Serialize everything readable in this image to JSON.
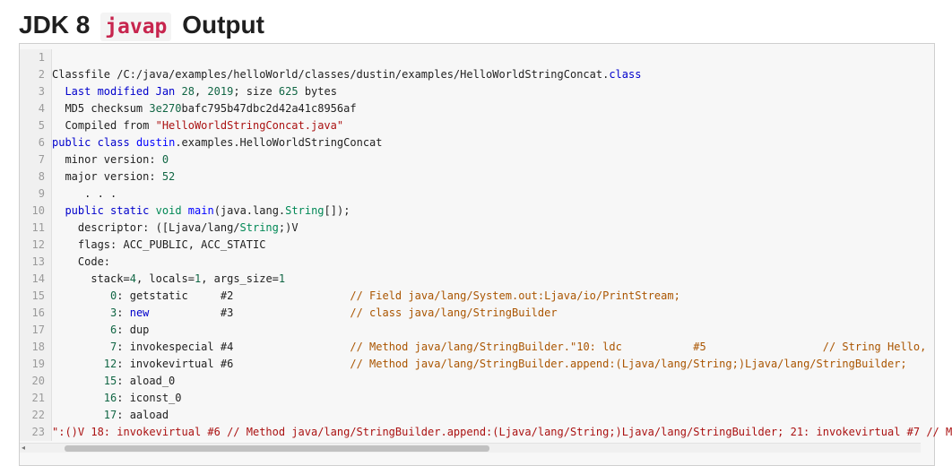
{
  "page": {
    "title_prefix": "JDK 8",
    "title_code": "javap",
    "title_suffix": "Output"
  },
  "code": {
    "lines": [
      {
        "n": "1",
        "tokens": [
          {
            "t": "",
            "c": ""
          }
        ]
      },
      {
        "n": "2",
        "tokens": [
          {
            "t": "Classfile /C:/java/examples/helloWorld/classes/dustin/examples/HelloWorldStringConcat.",
            "c": ""
          },
          {
            "t": "class",
            "c": "kw"
          }
        ]
      },
      {
        "n": "3",
        "tokens": [
          {
            "t": "  ",
            "c": ""
          },
          {
            "t": "Last modified Jan",
            "c": "kw"
          },
          {
            "t": " ",
            "c": ""
          },
          {
            "t": "28",
            "c": "num"
          },
          {
            "t": ", ",
            "c": ""
          },
          {
            "t": "2019",
            "c": "num"
          },
          {
            "t": "; size ",
            "c": ""
          },
          {
            "t": "625",
            "c": "num"
          },
          {
            "t": " bytes",
            "c": ""
          }
        ]
      },
      {
        "n": "4",
        "tokens": [
          {
            "t": "  MD5 checksum ",
            "c": ""
          },
          {
            "t": "3e270",
            "c": "num"
          },
          {
            "t": "bafc795b47dbc2d42a41c8956af",
            "c": ""
          }
        ]
      },
      {
        "n": "5",
        "tokens": [
          {
            "t": "  Compiled from ",
            "c": ""
          },
          {
            "t": "\"HelloWorldStringConcat.java\"",
            "c": "str"
          }
        ]
      },
      {
        "n": "6",
        "tokens": [
          {
            "t": "public",
            "c": "kw"
          },
          {
            "t": " ",
            "c": ""
          },
          {
            "t": "class",
            "c": "kw"
          },
          {
            "t": " ",
            "c": ""
          },
          {
            "t": "dustin",
            "c": "def"
          },
          {
            "t": ".examples.HelloWorldStringConcat",
            "c": ""
          }
        ]
      },
      {
        "n": "7",
        "tokens": [
          {
            "t": "  minor version: ",
            "c": ""
          },
          {
            "t": "0",
            "c": "num"
          }
        ]
      },
      {
        "n": "8",
        "tokens": [
          {
            "t": "  major version: ",
            "c": ""
          },
          {
            "t": "52",
            "c": "num"
          }
        ]
      },
      {
        "n": "9",
        "tokens": [
          {
            "t": "     . . .",
            "c": ""
          }
        ]
      },
      {
        "n": "10",
        "tokens": [
          {
            "t": "  ",
            "c": ""
          },
          {
            "t": "public",
            "c": "kw"
          },
          {
            "t": " ",
            "c": ""
          },
          {
            "t": "static",
            "c": "kw"
          },
          {
            "t": " ",
            "c": ""
          },
          {
            "t": "void",
            "c": "type"
          },
          {
            "t": " ",
            "c": ""
          },
          {
            "t": "main",
            "c": "def"
          },
          {
            "t": "(java.lang.",
            "c": ""
          },
          {
            "t": "String",
            "c": "type"
          },
          {
            "t": "[]);",
            "c": ""
          }
        ]
      },
      {
        "n": "11",
        "tokens": [
          {
            "t": "    descriptor: ([Ljava/lang/",
            "c": ""
          },
          {
            "t": "String",
            "c": "type"
          },
          {
            "t": ";)V",
            "c": ""
          }
        ]
      },
      {
        "n": "12",
        "tokens": [
          {
            "t": "    flags: ACC_PUBLIC, ACC_STATIC",
            "c": ""
          }
        ]
      },
      {
        "n": "13",
        "tokens": [
          {
            "t": "    Code:",
            "c": ""
          }
        ]
      },
      {
        "n": "14",
        "tokens": [
          {
            "t": "      stack=",
            "c": ""
          },
          {
            "t": "4",
            "c": "num"
          },
          {
            "t": ", locals=",
            "c": ""
          },
          {
            "t": "1",
            "c": "num"
          },
          {
            "t": ", args_size=",
            "c": ""
          },
          {
            "t": "1",
            "c": "num"
          }
        ]
      },
      {
        "n": "15",
        "tokens": [
          {
            "t": "         ",
            "c": ""
          },
          {
            "t": "0",
            "c": "num"
          },
          {
            "t": ": getstatic     #2                  ",
            "c": ""
          },
          {
            "t": "// Field java/lang/System.out:Ljava/io/PrintStream;",
            "c": "cm"
          }
        ]
      },
      {
        "n": "16",
        "tokens": [
          {
            "t": "         ",
            "c": ""
          },
          {
            "t": "3",
            "c": "num"
          },
          {
            "t": ": ",
            "c": ""
          },
          {
            "t": "new",
            "c": "kw"
          },
          {
            "t": "           #3                  ",
            "c": ""
          },
          {
            "t": "// class java/lang/StringBuilder",
            "c": "cm"
          }
        ]
      },
      {
        "n": "17",
        "tokens": [
          {
            "t": "         ",
            "c": ""
          },
          {
            "t": "6",
            "c": "num"
          },
          {
            "t": ": dup",
            "c": ""
          }
        ]
      },
      {
        "n": "18",
        "tokens": [
          {
            "t": "         ",
            "c": ""
          },
          {
            "t": "7",
            "c": "num"
          },
          {
            "t": ": invokespecial #4                  ",
            "c": ""
          },
          {
            "t": "// Method java/lang/StringBuilder.\"10: ldc           #5                  // String Hello,",
            "c": "cm"
          }
        ]
      },
      {
        "n": "19",
        "tokens": [
          {
            "t": "        ",
            "c": ""
          },
          {
            "t": "12",
            "c": "num"
          },
          {
            "t": ": invokevirtual #6                  ",
            "c": ""
          },
          {
            "t": "// Method java/lang/StringBuilder.append:(Ljava/lang/String;)Ljava/lang/StringBuilder;",
            "c": "cm"
          }
        ]
      },
      {
        "n": "20",
        "tokens": [
          {
            "t": "        ",
            "c": ""
          },
          {
            "t": "15",
            "c": "num"
          },
          {
            "t": ": aload_0",
            "c": ""
          }
        ]
      },
      {
        "n": "21",
        "tokens": [
          {
            "t": "        ",
            "c": ""
          },
          {
            "t": "16",
            "c": "num"
          },
          {
            "t": ": iconst_0",
            "c": ""
          }
        ]
      },
      {
        "n": "22",
        "tokens": [
          {
            "t": "        ",
            "c": ""
          },
          {
            "t": "17",
            "c": "num"
          },
          {
            "t": ": aaload",
            "c": ""
          }
        ]
      },
      {
        "n": "23",
        "tokens": [
          {
            "t": "\":()V 18: invokevirtual #6 // Method java/lang/StringBuilder.append:(Ljava/lang/String;)Ljava/lang/StringBuilder; 21: invokevirtual #7 // M",
            "c": "str"
          }
        ]
      }
    ]
  },
  "scrollbar": {
    "left_arrow": "◂"
  }
}
